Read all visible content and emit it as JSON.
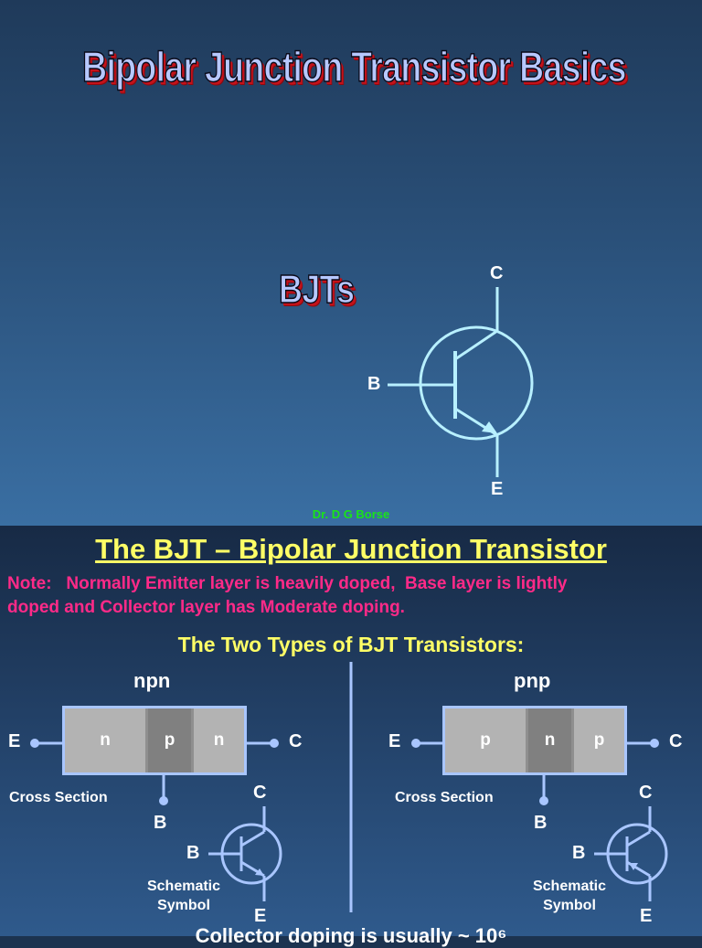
{
  "slide1": {
    "title": "Bipolar Junction Transistor Basics",
    "subtitle": "BJTs",
    "symbol_labels": {
      "c": "C",
      "b": "B",
      "e": "E"
    },
    "author": "Dr. D G Borse"
  },
  "slide2": {
    "heading": "The BJT – Bipolar Junction Transistor",
    "note_line1": "Note:   Normally Emitter layer is heavily doped,  Base layer is lightly",
    "note_line2": "doped and Collector layer has Moderate doping.",
    "subheading": "The Two Types of BJT Transistors:",
    "npn": {
      "label": "npn",
      "layers": [
        "n",
        "p",
        "n"
      ],
      "emitter": "E",
      "collector": "C",
      "base": "B",
      "cross_section": "Cross Section",
      "schematic_line1": "Schematic",
      "schematic_line2": "Symbol",
      "sym_c": "C",
      "sym_b": "B",
      "sym_e": "E"
    },
    "pnp": {
      "label": "pnp",
      "layers": [
        "p",
        "n",
        "p"
      ],
      "emitter": "E",
      "collector": "C",
      "base": "B",
      "cross_section": "Cross Section",
      "schematic_line1": "Schematic",
      "schematic_line2": "Symbol",
      "sym_c": "C",
      "sym_b": "B",
      "sym_e": "E"
    },
    "bottom_text": "Collector doping is usually ~ 10⁶"
  },
  "colors": {
    "heading": "#ffff66",
    "note": "#ff2a88",
    "author": "#19e419",
    "wire": "#a9c6ff",
    "symbol": "#b8f0ff",
    "layer_light": "#b3b3b3",
    "layer_dark": "#808080"
  }
}
